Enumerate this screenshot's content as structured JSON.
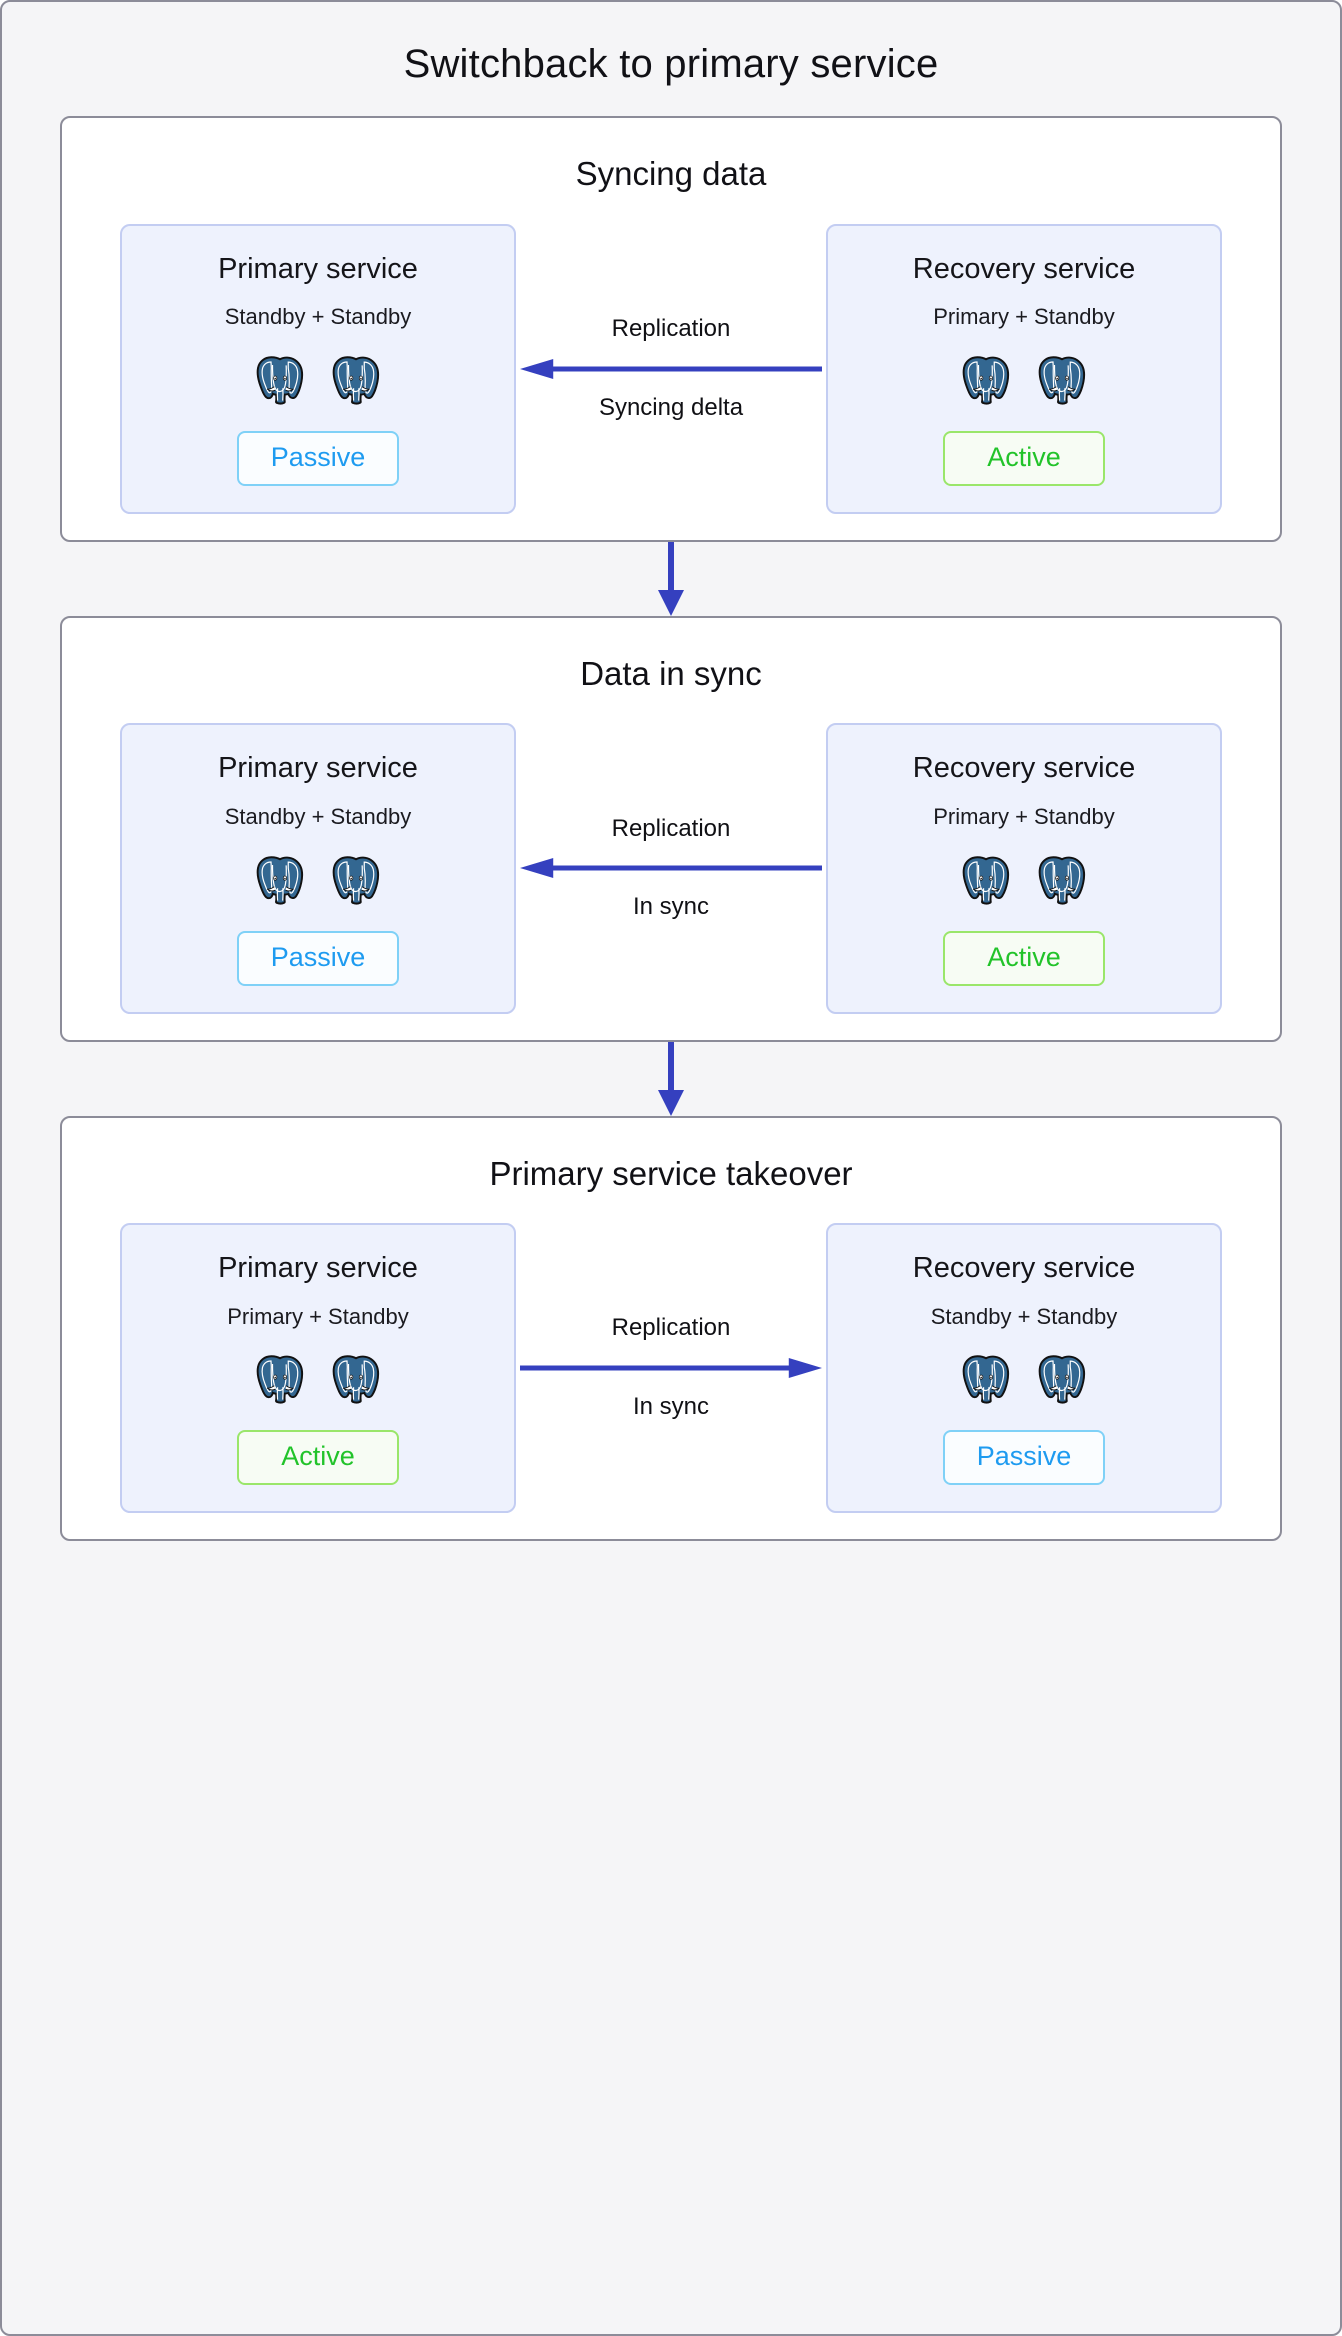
{
  "diagram": {
    "title": "Switchback to primary service",
    "accent_arrow_color": "#3540bf",
    "panel_border_color": "#8c8c99",
    "service_box_fill": "#eef2fd",
    "service_box_border": "#c3cdf2",
    "background_color": "#f5f5f7",
    "badge_active_color": "#22c32a",
    "badge_passive_color": "#1e9bf0",
    "pg_icon_name": "postgresql-elephant-icon"
  },
  "panels": [
    {
      "title": "Syncing data",
      "left": {
        "name": "Primary service",
        "roles": "Standby + Standby",
        "nodes": 2,
        "status": "Passive",
        "status_kind": "passive"
      },
      "right": {
        "name": "Recovery service",
        "roles": "Primary + Standby",
        "nodes": 2,
        "status": "Active",
        "status_kind": "active"
      },
      "link": {
        "top_label": "Replication",
        "bottom_label": "Syncing delta",
        "direction": "left"
      }
    },
    {
      "title": "Data in sync",
      "left": {
        "name": "Primary service",
        "roles": "Standby + Standby",
        "nodes": 2,
        "status": "Passive",
        "status_kind": "passive"
      },
      "right": {
        "name": "Recovery service",
        "roles": "Primary + Standby",
        "nodes": 2,
        "status": "Active",
        "status_kind": "active"
      },
      "link": {
        "top_label": "Replication",
        "bottom_label": "In sync",
        "direction": "left"
      }
    },
    {
      "title": "Primary service takeover",
      "left": {
        "name": "Primary service",
        "roles": "Primary + Standby",
        "nodes": 2,
        "status": "Active",
        "status_kind": "active"
      },
      "right": {
        "name": "Recovery service",
        "roles": "Standby + Standby",
        "nodes": 2,
        "status": "Passive",
        "status_kind": "passive"
      },
      "link": {
        "top_label": "Replication",
        "bottom_label": "In sync",
        "direction": "right"
      }
    }
  ],
  "connectors": [
    {
      "name": "flow-arrow-1",
      "direction": "down"
    },
    {
      "name": "flow-arrow-2",
      "direction": "down"
    }
  ]
}
